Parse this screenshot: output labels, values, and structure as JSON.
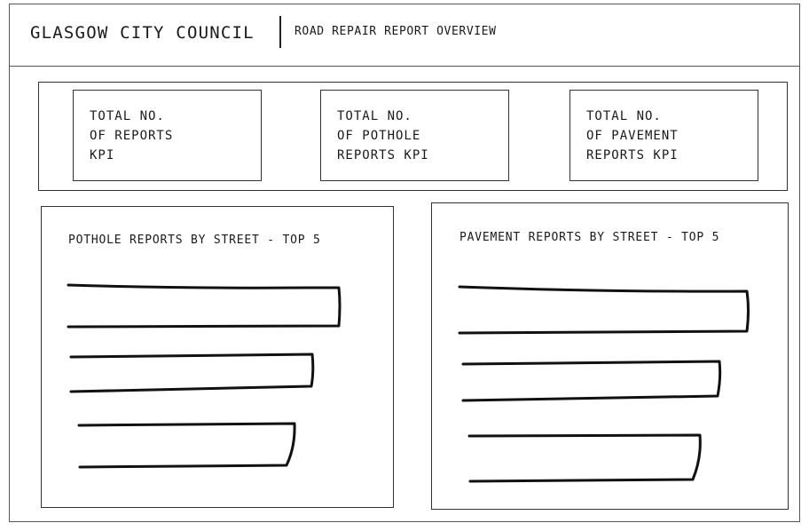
{
  "header": {
    "app_title": "GLASGOW CITY COUNCIL",
    "subtitle": "ROAD REPAIR REPORT OVERVIEW"
  },
  "kpis": [
    {
      "lines": [
        "TOTAL NO.",
        "OF REPORTS",
        "KPI"
      ]
    },
    {
      "lines": [
        "TOTAL NO.",
        "OF POTHOLE",
        "REPORTS KPI"
      ]
    },
    {
      "lines": [
        "TOTAL NO.",
        "OF PAVEMENT",
        "REPORTS KPI"
      ]
    }
  ],
  "panels": {
    "pothole": {
      "title": "POTHOLE REPORTS BY STREET - TOP 5"
    },
    "pavement": {
      "title": "PAVEMENT REPORTS BY STREET - TOP 5"
    }
  }
}
